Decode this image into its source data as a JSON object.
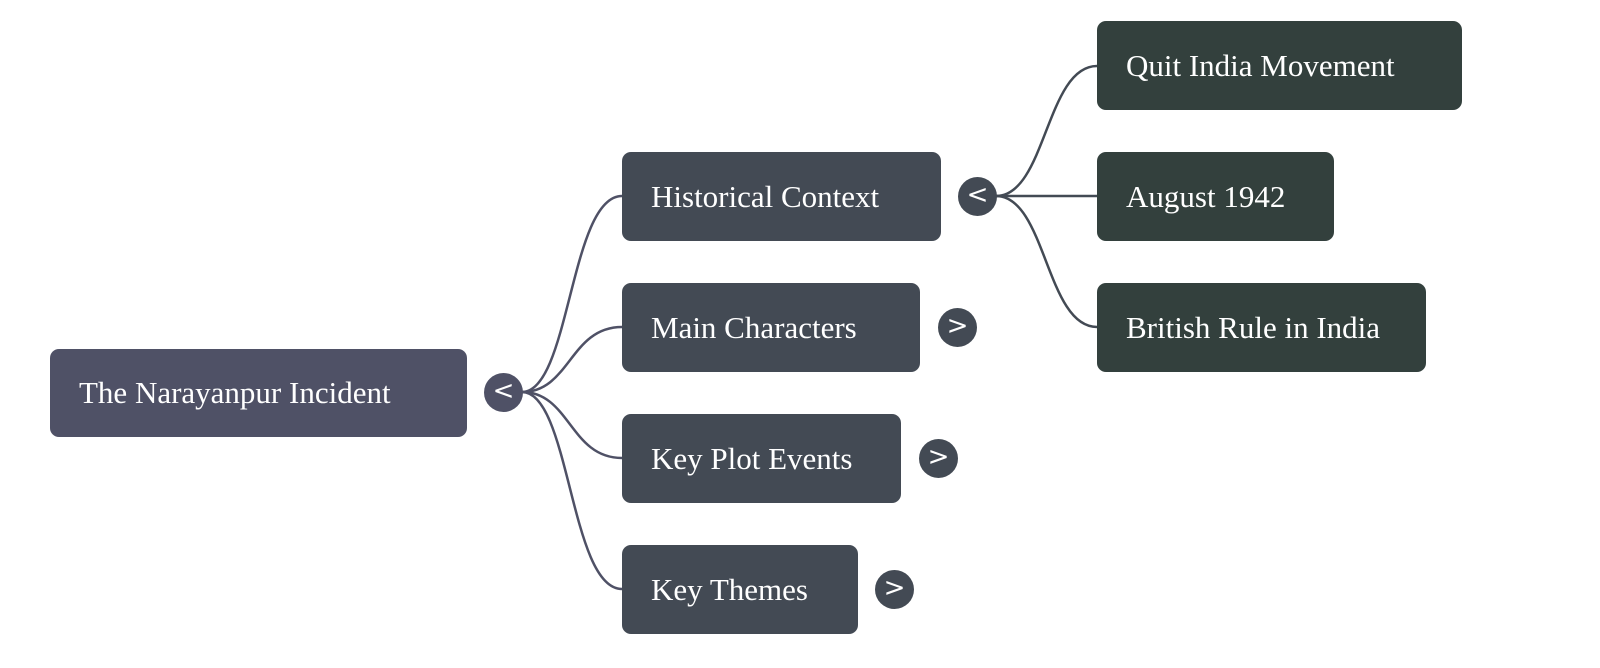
{
  "mindmap": {
    "root": {
      "label": "The Narayanpur Incident",
      "toggle": "<",
      "expanded": true
    },
    "children": [
      {
        "label": "Historical Context",
        "toggle": "<",
        "expanded": true,
        "children": [
          {
            "label": "Quit India Movement"
          },
          {
            "label": "August 1942"
          },
          {
            "label": "British Rule in India"
          }
        ]
      },
      {
        "label": "Main Characters",
        "toggle": ">",
        "expanded": false
      },
      {
        "label": "Key Plot Events",
        "toggle": ">",
        "expanded": false
      },
      {
        "label": "Key Themes",
        "toggle": ">",
        "expanded": false
      }
    ]
  },
  "colors": {
    "root": "#4f5166",
    "level1": "#434a54",
    "level2": "#33403d",
    "edge": "#4f5166",
    "text": "#ffffff"
  }
}
